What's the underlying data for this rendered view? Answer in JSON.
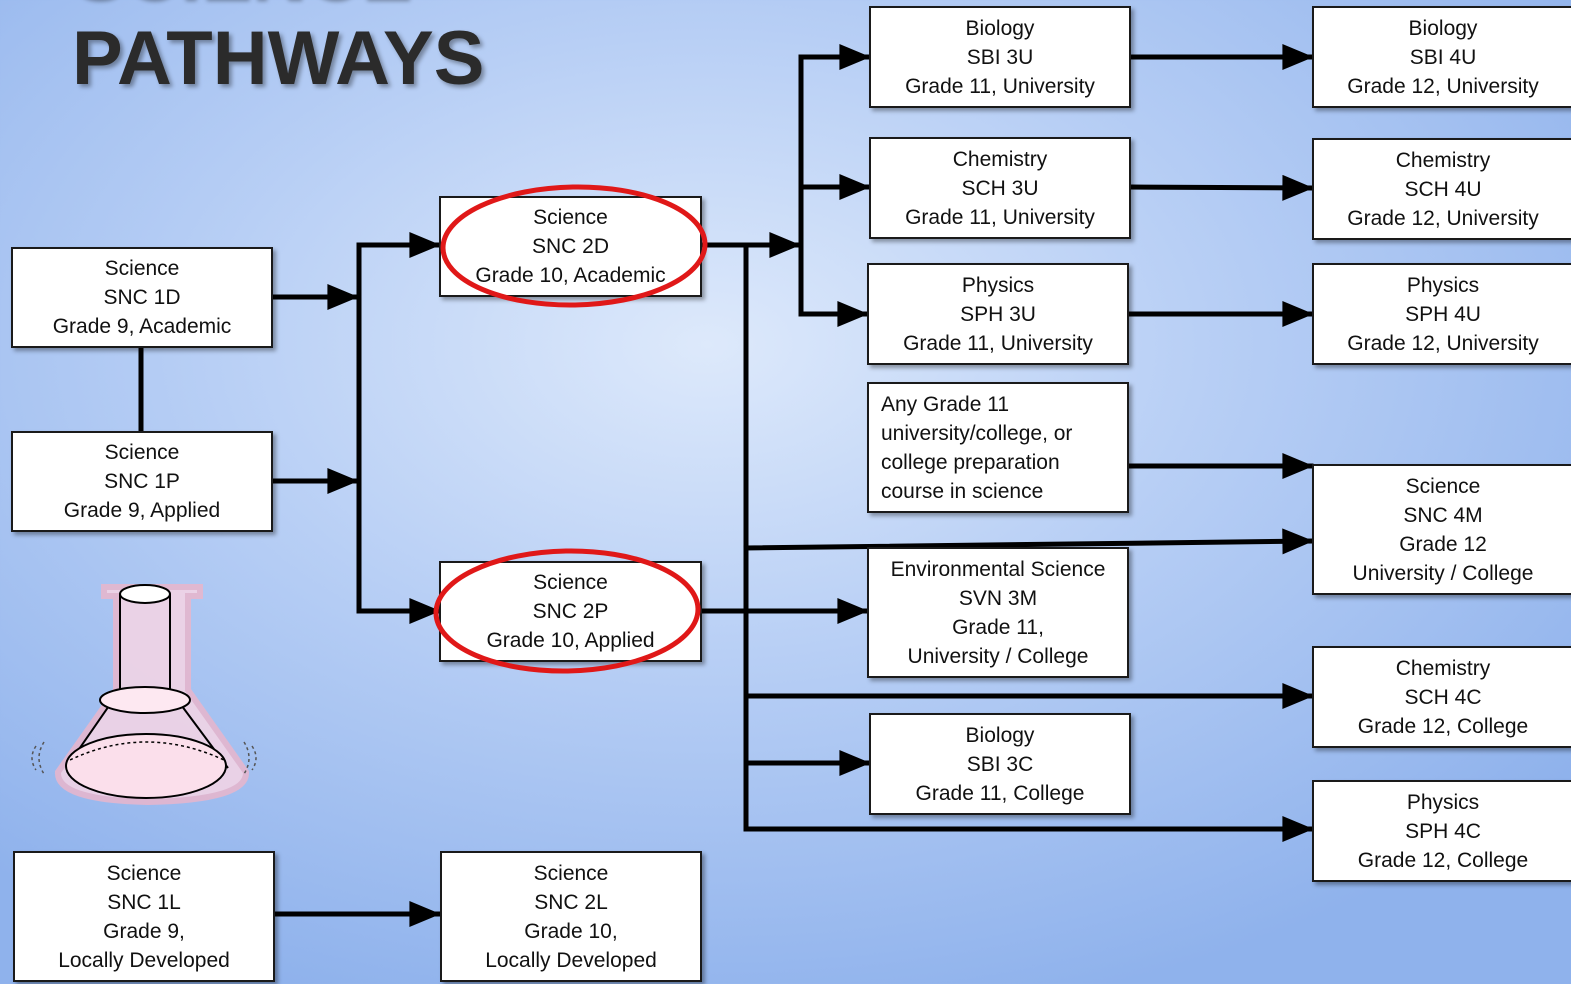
{
  "title": {
    "line1": "SCIENCE",
    "line2": "PATHWAYS"
  },
  "colors": {
    "line": "#000000",
    "highlight": "#e01818",
    "box_fill": "#ffffff",
    "flask_fill": "#f7d7e6"
  },
  "icons": {
    "decoration": "erlenmeyer-flask-icon"
  },
  "boxes": {
    "snc1d": [
      "Science",
      "SNC 1D",
      "Grade 9, Academic"
    ],
    "snc1p": [
      "Science",
      "SNC 1P",
      "Grade 9, Applied"
    ],
    "snc1l": [
      "Science",
      "SNC 1L",
      "Grade 9,",
      "Locally Developed"
    ],
    "snc2d": [
      "Science",
      "SNC 2D",
      "Grade 10, Academic"
    ],
    "snc2p": [
      "Science",
      "SNC 2P",
      "Grade 10, Applied"
    ],
    "snc2l": [
      "Science",
      "SNC 2L",
      "Grade 10,",
      "Locally Developed"
    ],
    "sbi3u": [
      "Biology",
      "SBI 3U",
      "Grade 11, University"
    ],
    "sch3u": [
      "Chemistry",
      "SCH 3U",
      "Grade 11, University"
    ],
    "sph3u": [
      "Physics",
      "SPH 3U",
      "Grade 11, University"
    ],
    "any11": [
      "Any Grade 11",
      "university/college, or",
      "college preparation",
      "course in science"
    ],
    "svn3m": [
      "Environmental Science",
      "SVN 3M",
      "Grade 11,",
      "University / College"
    ],
    "sbi3c": [
      "Biology",
      "SBI 3C",
      "Grade 11, College"
    ],
    "sbi4u": [
      "Biology",
      "SBI 4U",
      "Grade 12, University"
    ],
    "sch4u": [
      "Chemistry",
      "SCH 4U",
      "Grade 12, University"
    ],
    "sph4u": [
      "Physics",
      "SPH 4U",
      "Grade 12, University"
    ],
    "snc4m": [
      "Science",
      "SNC 4M",
      "Grade 12",
      "University / College"
    ],
    "sch4c": [
      "Chemistry",
      "SCH 4C",
      "Grade 12, College"
    ],
    "sph4c": [
      "Physics",
      "SPH 4C",
      "Grade 12, College"
    ]
  },
  "highlighted": [
    "snc2d",
    "snc2p"
  ]
}
